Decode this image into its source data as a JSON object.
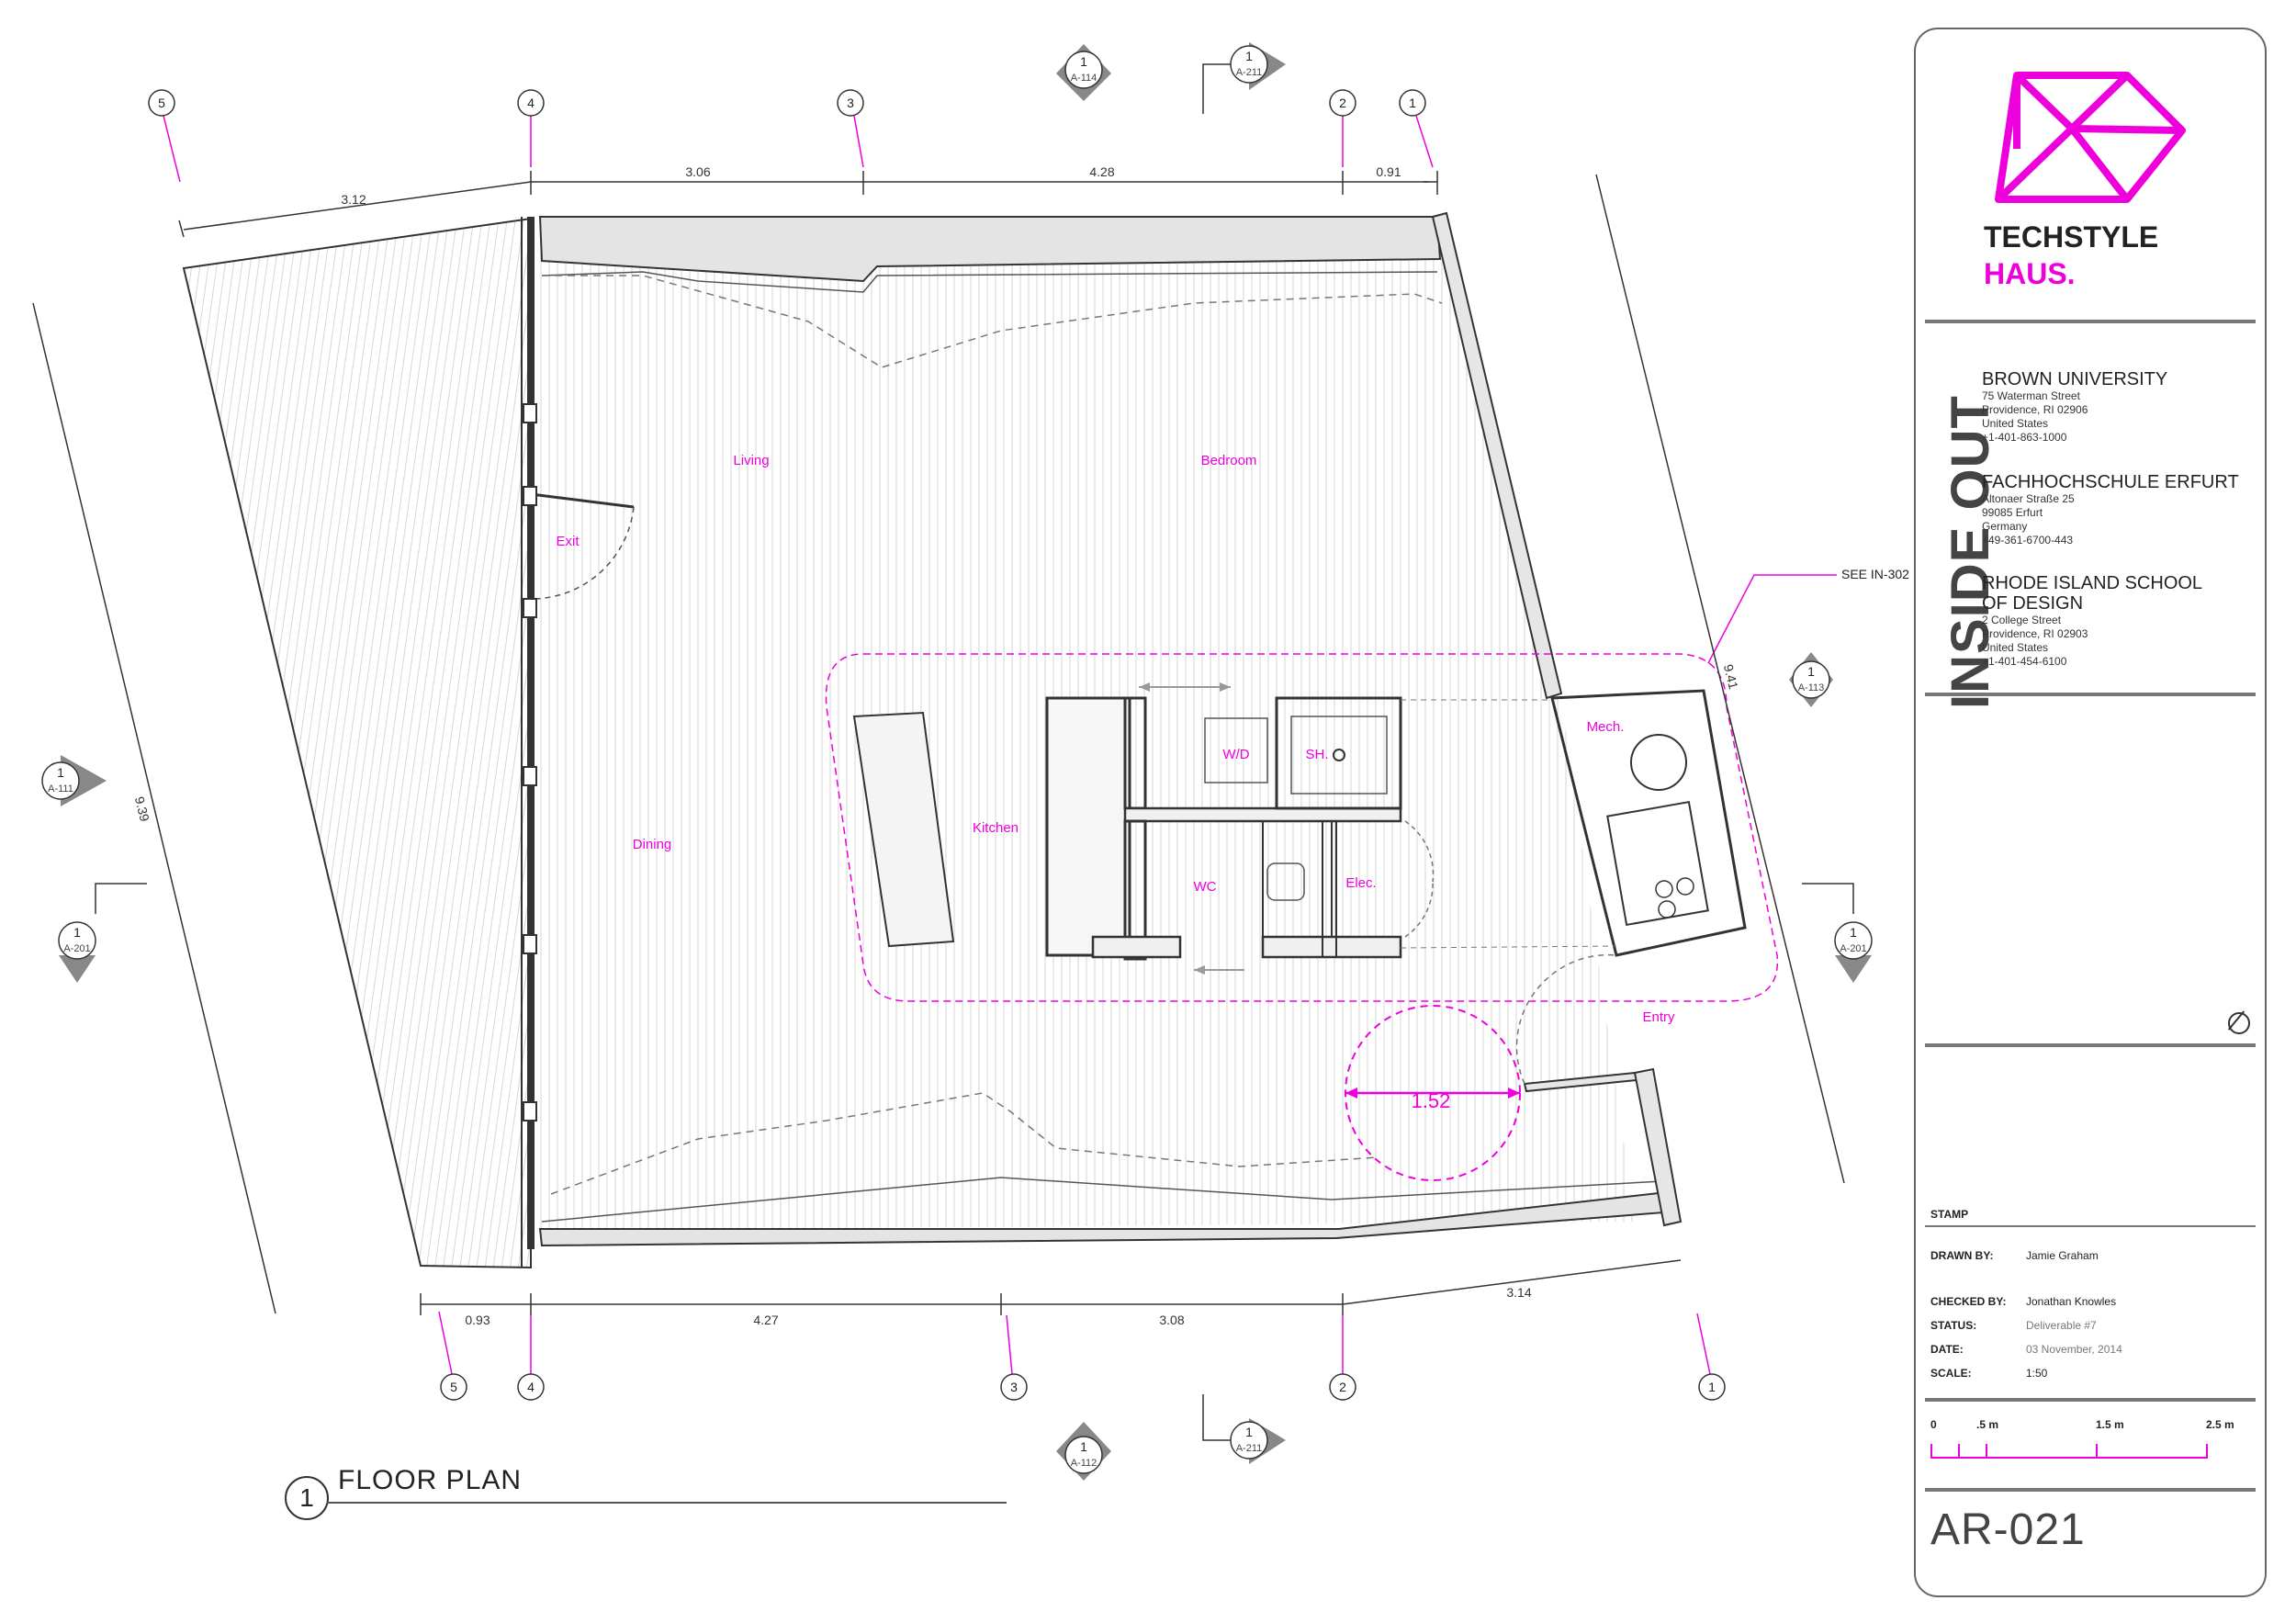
{
  "sheet": {
    "view_number": "1",
    "view_title": "FLOOR PLAN",
    "sheet_number": "AR-021"
  },
  "plan": {
    "rooms": {
      "living": "Living",
      "bedroom": "Bedroom",
      "exit": "Exit",
      "dining": "Dining",
      "kitchen": "Kitchen",
      "wd": "W/D",
      "shower": "SH.",
      "wc": "WC",
      "elec": "Elec.",
      "mech": "Mech.",
      "entry": "Entry"
    },
    "turning_circle": "1.52",
    "see_note": "SEE IN-302",
    "grid_labels": {
      "g1": "1",
      "g2": "2",
      "g3": "3",
      "g4": "4",
      "g5": "5"
    },
    "dims_top": {
      "d1": "3.12",
      "d2": "3.06",
      "d3": "4.28",
      "d4": "0.91"
    },
    "dims_bottom": {
      "d1": "0.93",
      "d2": "4.27",
      "d3": "3.08",
      "d4": "3.14"
    },
    "dims_side": {
      "left": "9.39",
      "right": "9.41"
    },
    "section_markers": {
      "a114": {
        "num": "1",
        "ref": "A-114"
      },
      "a211_top": {
        "num": "1",
        "ref": "A-211"
      },
      "a113": {
        "num": "1",
        "ref": "A-113"
      },
      "a111": {
        "num": "1",
        "ref": "A-111"
      },
      "a201_left": {
        "num": "1",
        "ref": "A-201"
      },
      "a201_right": {
        "num": "1",
        "ref": "A-201"
      },
      "a112": {
        "num": "1",
        "ref": "A-112"
      },
      "a211_bottom": {
        "num": "1",
        "ref": "A-211"
      }
    }
  },
  "title_block": {
    "brand_line1": "TECHSTYLE",
    "brand_line2": "HAUS.",
    "project": "INSIDE OUT",
    "institutions": [
      {
        "name": "BROWN UNIVERSITY",
        "lines": [
          "75 Waterman Street",
          "Providence, RI 02906",
          "United States",
          "+1-401-863-1000"
        ]
      },
      {
        "name": "FACHHOCHSCHULE ERFURT",
        "lines": [
          "Altonaer Straße 25",
          "99085 Erfurt",
          "Germany",
          "+49-361-6700-443"
        ]
      },
      {
        "name_lines": [
          "RHODE ISLAND SCHOOL",
          "OF DESIGN"
        ],
        "lines": [
          "2 College Street",
          "Providence, RI 02903",
          "United States",
          "+1-401-454-6100"
        ]
      }
    ],
    "stamp_label": "STAMP",
    "fields": {
      "drawn_by_label": "DRAWN BY:",
      "drawn_by": "Jamie Graham",
      "checked_by_label": "CHECKED BY:",
      "checked_by": "Jonathan Knowles",
      "status_label": "STATUS:",
      "status": "Deliverable #7",
      "date_label": "DATE:",
      "date": "03 November, 2014",
      "scale_label": "SCALE:",
      "scale": "1:50"
    },
    "scale_bar": {
      "t0": "0",
      "t1": ".5 m",
      "t2": "1.5 m",
      "t3": "2.5 m"
    }
  },
  "colors": {
    "accent": "#ee00dd",
    "line": "#333333"
  }
}
